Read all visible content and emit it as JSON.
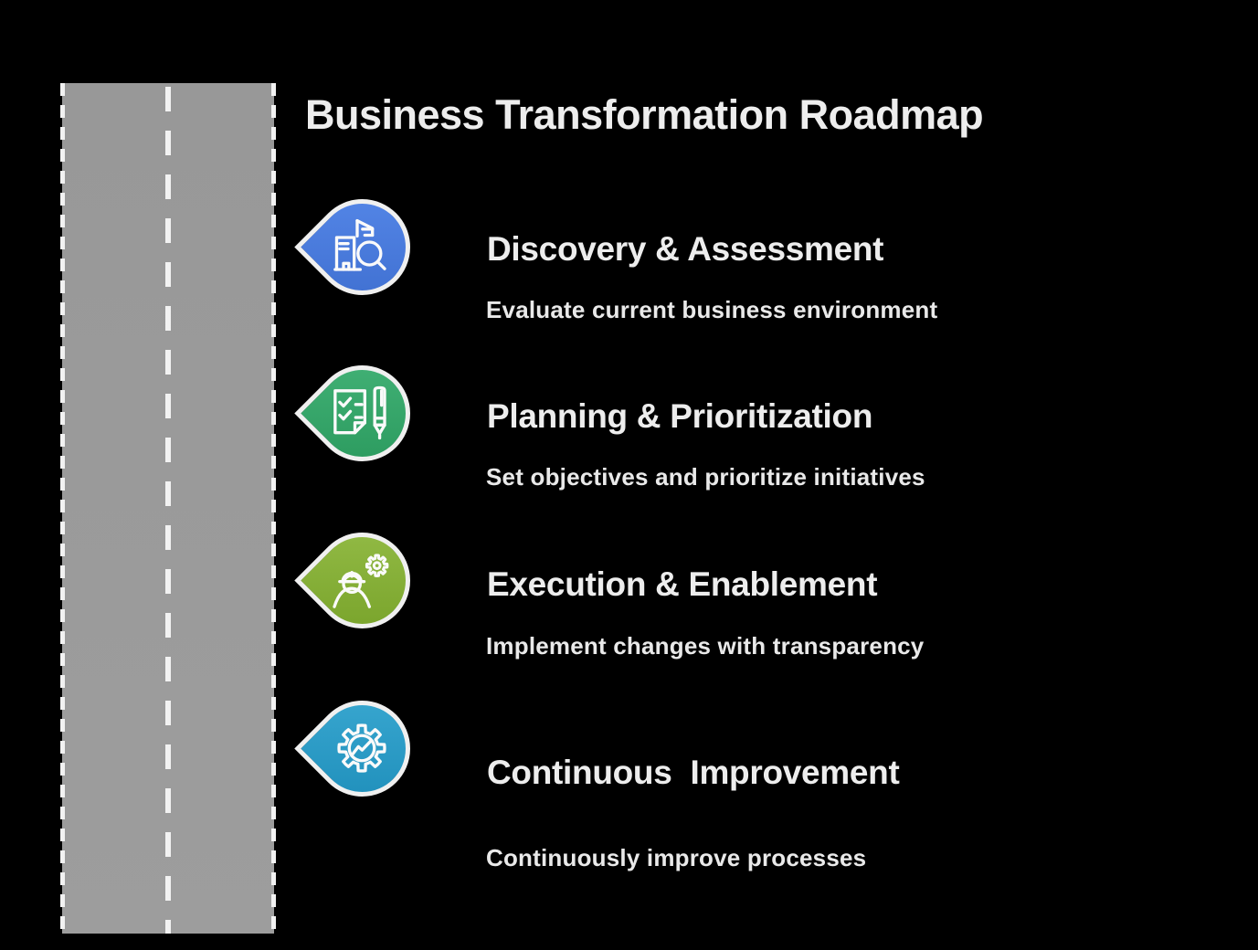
{
  "background": "#000000",
  "text_color": "#ededed",
  "title": "Business Transformation Roadmap",
  "road": {
    "color": "#9b9b9b",
    "dash_color": "#f2f2f2"
  },
  "stages": [
    {
      "heading": "Discovery & Assessment",
      "description": "Evaluate current business environment",
      "icon": "building-magnifier-icon",
      "color_light": "#5587e8",
      "color_dark": "#3f6fd0"
    },
    {
      "heading": "Planning & Prioritization",
      "description": "Set objectives and prioritize initiatives",
      "icon": "checklist-pen-icon",
      "color_light": "#43b277",
      "color_dark": "#2a995d"
    },
    {
      "heading": "Execution & Enablement",
      "description": "Implement changes with transparency",
      "icon": "worker-gear-icon",
      "color_light": "#94bc47",
      "color_dark": "#77a229"
    },
    {
      "heading": "Continuous  Improvement",
      "description": "Continuously improve processes",
      "icon": "gear-chart-icon",
      "color_light": "#3aa8d1",
      "color_dark": "#1e8eba"
    }
  ]
}
